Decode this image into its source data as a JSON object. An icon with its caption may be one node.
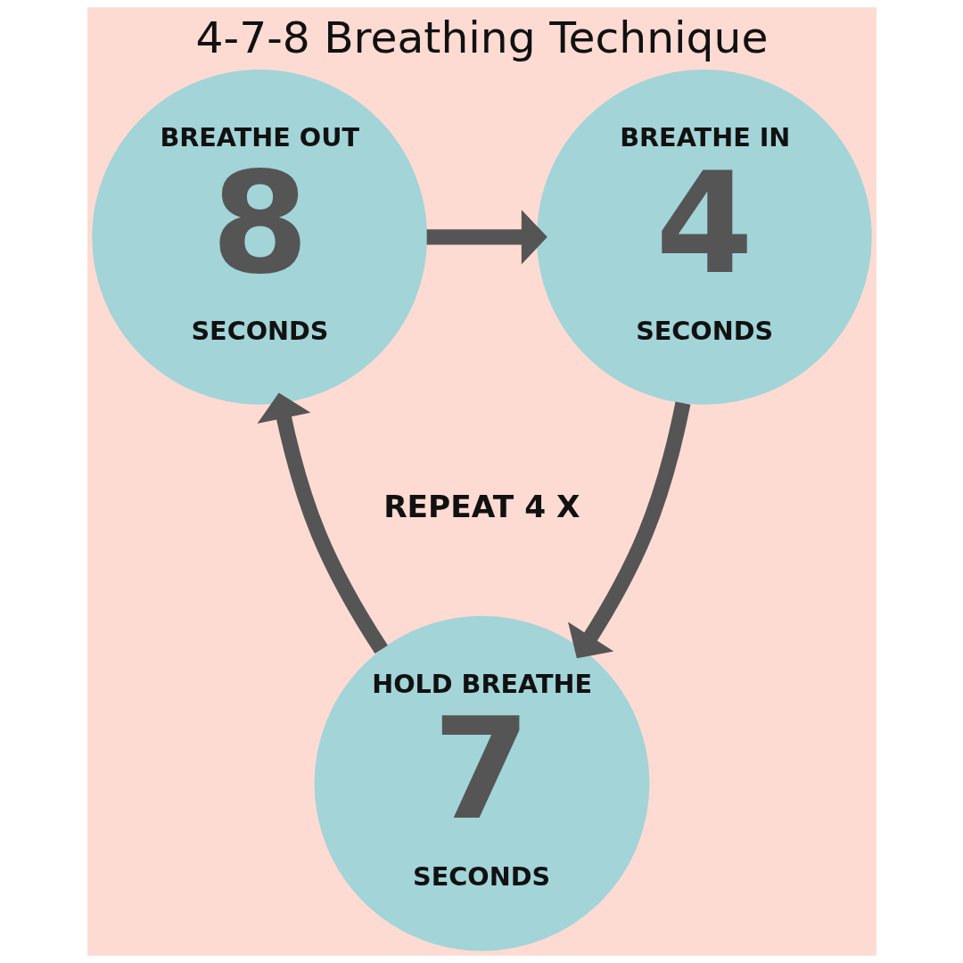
{
  "diagram": {
    "title": "4-7-8 Breathing Technique",
    "nodes": [
      {
        "text": [
          "BREATHE OUT",
          "8",
          "SECONDS"
        ]
      },
      {
        "text": [
          "BREATHE IN",
          "4",
          "SECONDS"
        ]
      },
      {
        "text": [
          "HOLD BREATHE",
          "7",
          "SECONDS"
        ]
      }
    ],
    "edges": [
      {
        "from": 0,
        "to": 1,
        "arrow": "to"
      },
      {
        "from": 1,
        "to": 2,
        "arrow": "to"
      },
      {
        "from": 2,
        "to": 0,
        "arrow": "to"
      }
    ],
    "labels": [
      "REPEAT 4 X"
    ]
  }
}
